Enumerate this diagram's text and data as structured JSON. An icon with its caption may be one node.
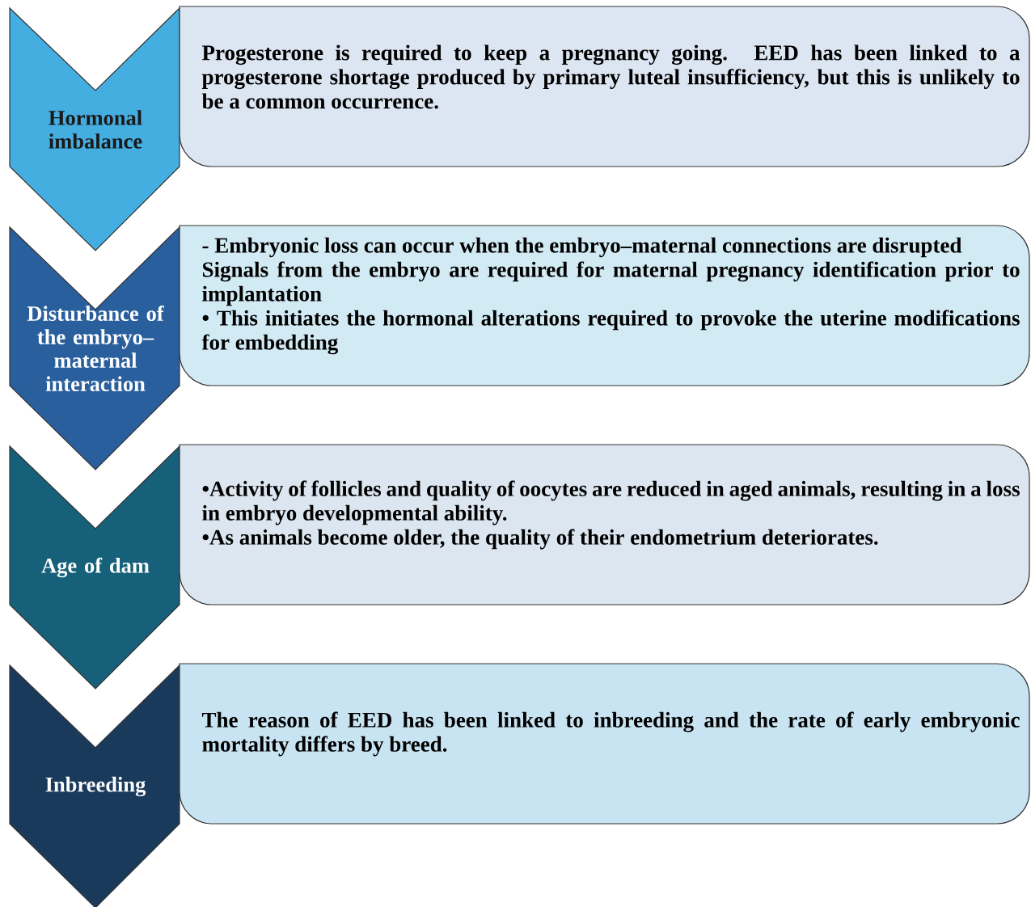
{
  "diagram": {
    "nodes": [
      {
        "text": [
          "Hormonal imbalance"
        ]
      },
      {
        "text": [
          "Progesterone is required to keep a pregnancy going. EED has been linked to a progesterone shortage produced by primary luteal insufficiency, but this is unlikely to be a common occurrence."
        ]
      },
      {
        "text": [
          "Disturbance of the embryo–maternal interaction"
        ]
      },
      {
        "text": [
          "- Embryonic loss can occur when the embryo–maternal connections are disrupted",
          "Signals from the embryo are required for maternal pregnancy identification prior to implantation",
          "• This initiates the hormonal alterations required to provoke the uterine modifications for embedding"
        ]
      },
      {
        "text": [
          "Age of dam"
        ]
      },
      {
        "text": [
          "•Activity of follicles and quality of oocytes are reduced in aged animals, resulting in a loss in embryo developmental ability.",
          "•As animals become older, the quality of their endometrium deteriorates."
        ]
      },
      {
        "text": [
          "Inbreeding"
        ]
      },
      {
        "text": [
          "The reason of EED has been linked to inbreeding and the rate of early embryonic mortality differs by breed."
        ]
      }
    ]
  }
}
